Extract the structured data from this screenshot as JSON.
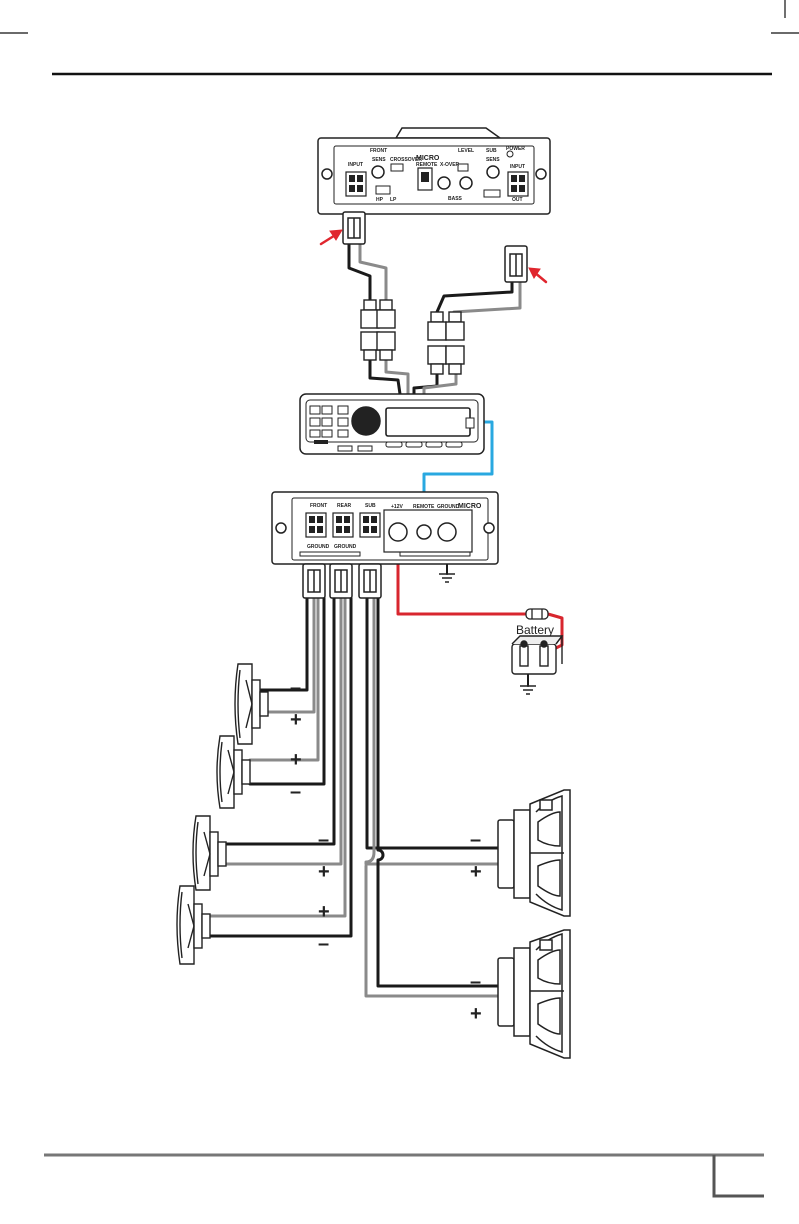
{
  "colors": {
    "black_wire": "#1a1a1a",
    "gray_wire": "#8a8a8a",
    "remote_wire": "#29a8e0",
    "power_wire": "#d8262e",
    "arrow": "#e0262e",
    "outline": "#222222"
  },
  "icons": [
    "crop-mark-icon",
    "arrow-icon",
    "rca-plug-icon",
    "speaker-icon",
    "subwoofer-icon",
    "battery-icon",
    "ground-icon"
  ],
  "amp_top": {
    "brand": "MICRO",
    "labels": [
      "INPUT",
      "FRONT",
      "SENS",
      "CROSSOVER",
      "REMOTE",
      "X-OVER",
      "BASS",
      "POWER",
      "INPUT",
      "SENS",
      "SUB",
      "LEVEL",
      "HP",
      "LP",
      "OUT"
    ]
  },
  "head_unit": {},
  "amp_bottom": {
    "brand": "MICRO",
    "labels": [
      "FRONT",
      "REAR",
      "SUB",
      "+12V",
      "REMOTE",
      "GROUND",
      "GROUND",
      "GROUND"
    ]
  },
  "battery": {
    "label": "Battery"
  },
  "signs": {
    "fl_minus": "–",
    "fl_plus": "+",
    "fr_plus": "+",
    "fr_minus": "–",
    "rl_minus": "–",
    "rl_plus": "+",
    "rr_plus": "+",
    "rr_minus": "–",
    "sub1_minus": "–",
    "sub1_plus": "+",
    "sub2_minus": "–",
    "sub2_plus": "+"
  }
}
